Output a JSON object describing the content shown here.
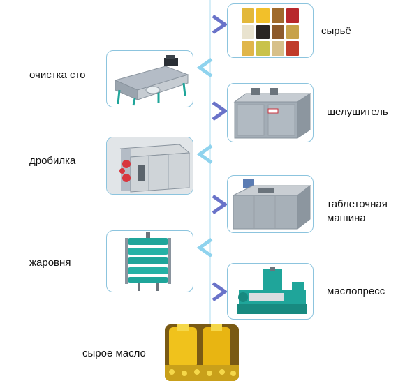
{
  "steps": {
    "raw": {
      "label": "сырьё"
    },
    "cleaning": {
      "label": "очистка сто"
    },
    "huller": {
      "label": "шелушитель"
    },
    "crusher": {
      "label": "дробилка"
    },
    "flaker": {
      "line1": "таблеточная",
      "line2": "машина"
    },
    "roaster": {
      "label": "жаровня"
    },
    "press": {
      "label": "маслопресс"
    },
    "crude_oil": {
      "label": "сырое масло"
    }
  },
  "colors": {
    "timeline": "#d6eef8",
    "arrow_right": "#6a73c9",
    "arrow_left": "#8fd3ee",
    "box_border": "#8cc4de",
    "machine_steel": "#a3adb6",
    "machine_green": "#1fa59a",
    "oil_yellow": "#f0c21c"
  },
  "icons": [
    "chevron-right-icon",
    "chevron-left-icon"
  ]
}
